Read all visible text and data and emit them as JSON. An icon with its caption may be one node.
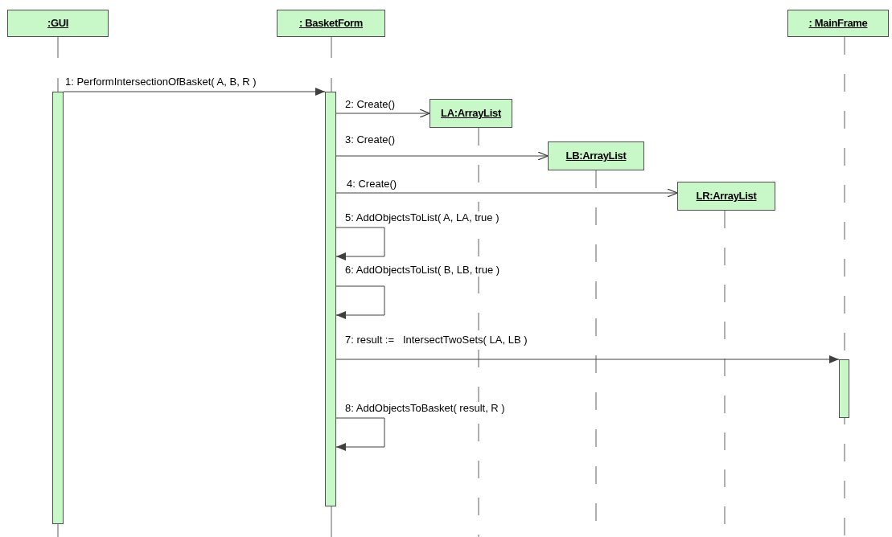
{
  "diagram": {
    "nodes": [
      {
        "text": [
          ":GUI"
        ]
      },
      {
        "text": [
          ": BasketForm"
        ]
      },
      {
        "text": [
          "LA:ArrayList"
        ]
      },
      {
        "text": [
          "LB:ArrayList"
        ]
      },
      {
        "text": [
          "LR:ArrayList"
        ]
      },
      {
        "text": [
          ": MainFrame"
        ]
      },
      {
        "text": [],
        "shape": "bar"
      },
      {
        "text": [],
        "shape": "bar"
      },
      {
        "text": [],
        "shape": "bar"
      }
    ],
    "edges": [
      {
        "from": 6,
        "to": 7,
        "arrow": "to",
        "label": "1: PerformIntersectionOfBasket( A, B, R )"
      },
      {
        "from": 7,
        "to": 2,
        "arrow": "to",
        "label": "2: Create()"
      },
      {
        "from": 7,
        "to": 3,
        "arrow": "to",
        "label": "3: Create()"
      },
      {
        "from": 7,
        "to": 4,
        "arrow": "to",
        "label": "4: Create()"
      },
      {
        "from": 7,
        "to": 7,
        "arrow": "to",
        "label": "5: AddObjectsToList( A, LA, true )"
      },
      {
        "from": 7,
        "to": 7,
        "arrow": "to",
        "label": "6: AddObjectsToList( B, LB, true )"
      },
      {
        "from": 7,
        "to": 8,
        "arrow": "to",
        "label": "7: result :=   IntersectTwoSets( LA, LB )"
      },
      {
        "from": 7,
        "to": 7,
        "arrow": "to",
        "label": "8: AddObjectsToBasket( result, R )"
      }
    ]
  }
}
